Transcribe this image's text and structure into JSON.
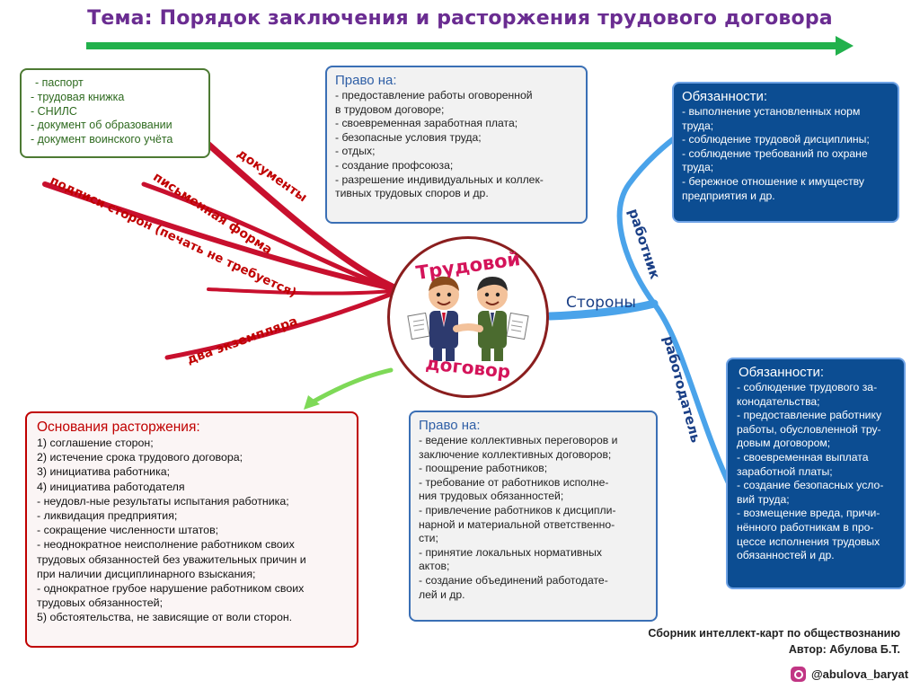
{
  "title": "Тема: Порядок заключения и расторжения трудового договора",
  "center": {
    "line1": "Трудовой",
    "line2": "договор"
  },
  "documents_box": {
    "items": [
      "- паспорт",
      "- трудовая книжка",
      "- СНИЛС",
      "- документ об образовании",
      "- документ воинского учёта"
    ]
  },
  "branch_labels": {
    "documents": "документы",
    "written_form": "письменная форма",
    "signatures": "подписи сторон (печать не требуется)",
    "two_copies": "два экземпляра",
    "parties": "Стороны",
    "worker": "работник",
    "employer": "работодатель"
  },
  "worker_rights": {
    "heading": "Право на:",
    "items": [
      "- предоставление работы оговоренной",
      "в трудовом договоре;",
      "- своевременная заработная плата;",
      "- безопасные условия труда;",
      "- отдых;",
      "- создание профсоюза;",
      "- разрешение индивидуальных и коллек-",
      "тивных трудовых споров и др."
    ]
  },
  "worker_duties": {
    "heading": "Обязанности:",
    "items": [
      "- выполнение установленных норм",
      "труда;",
      "- соблюдение трудовой дисциплины;",
      "- соблюдение требований по охране",
      "труда;",
      "- бережное отношение к имуществу",
      "предприятия и др."
    ]
  },
  "employer_duties": {
    "heading": "Обязанности:",
    "items": [
      "- соблюдение трудового за-",
      "конодательства;",
      "- предоставление работнику",
      "работы, обусловленной тру-",
      "довым договором;",
      "- своевременная выплата",
      "заработной платы;",
      "- создание безопасных усло-",
      "вий труда;",
      "- возмещение вреда, причи-",
      "нённого работникам в про-",
      "цессе исполнения трудовых",
      "обязанностей и др."
    ]
  },
  "employer_rights": {
    "heading": "Право на:",
    "items": [
      "- ведение коллективных переговоров и",
      "заключение коллективных договоров;",
      "- поощрение работников;",
      "- требование от работников исполне-",
      "ния трудовых обязанностей;",
      "- привлечение работников к дисципли-",
      "нарной и материальной ответственно-",
      "сти;",
      "- принятие локальных нормативных",
      "актов;",
      "- создание объединений работодате-",
      "лей и др."
    ]
  },
  "termination": {
    "heading": "Основания расторжения:",
    "items": [
      "1) соглашение сторон;",
      "2) истечение срока трудового договора;",
      "3) инициатива работника;",
      "4) инициатива работодателя",
      "- неудовл-ные результаты испытания работника;",
      "- ликвидация предприятия;",
      "- сокращение численности штатов;",
      "- неоднократное неисполнение работником своих",
      "трудовых обязанностей без уважительных причин и",
      "при наличии дисциплинарного взыскания;",
      "- однократное грубое нарушение работником своих",
      "трудовых обязанностей;",
      "5) обстоятельства, не зависящие от воли сторон."
    ]
  },
  "footer": {
    "line1": "Сборник интеллект-карт по обществознанию",
    "line2": "Автор: Абулова Б.Т.",
    "instagram": "@abulova_baryat"
  },
  "colors": {
    "title": "#6a2c91",
    "arrow": "#22b14c",
    "red_branch": "#c8102e",
    "blue_branch": "#4aa3ea",
    "box_blue": "#0c4d92",
    "termination_border": "#c00000"
  }
}
